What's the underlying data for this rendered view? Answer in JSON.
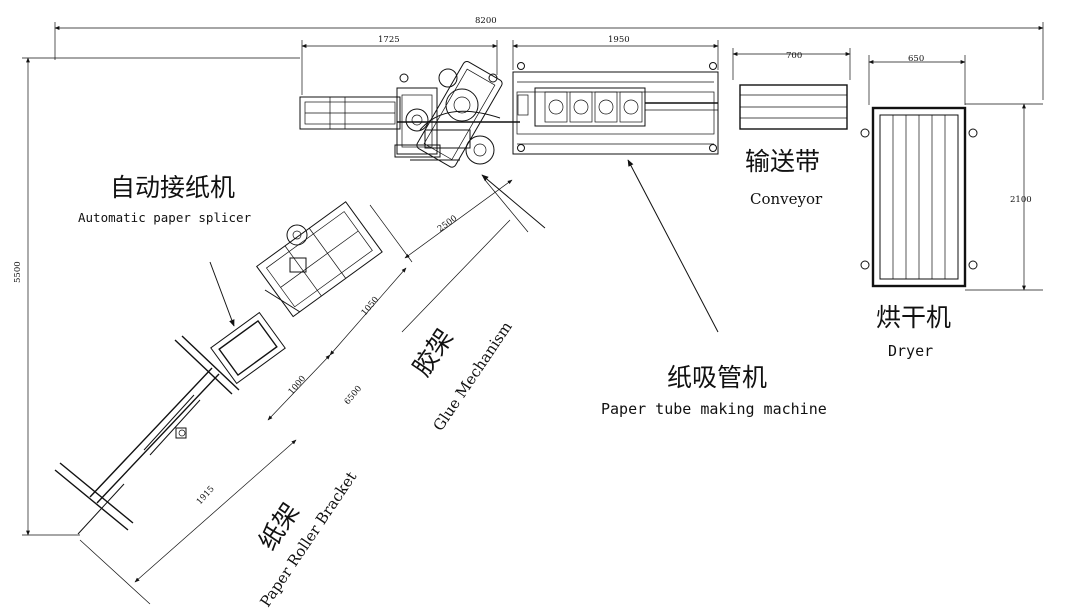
{
  "dimensions": {
    "total_width": "8200",
    "splicer_width": "1725",
    "machine_width": "1950",
    "conveyor_width": "700",
    "dryer_width": "650",
    "dryer_height": "2100",
    "total_height": "5500",
    "diag_2500": "2500",
    "diag_1050": "1050",
    "diag_1000": "1000",
    "diag_6500": "6500",
    "diag_1915": "1915"
  },
  "labels": {
    "splicer_zh": "自动接纸机",
    "splicer_en": "Automatic paper splicer",
    "conveyor_zh": "输送带",
    "conveyor_en": "Conveyor",
    "dryer_zh": "烘干机",
    "dryer_en": "Dryer",
    "glue_zh": "胶架",
    "glue_en": "Glue Mechanism",
    "machine_zh": "纸吸管机",
    "machine_en": "Paper tube making machine",
    "bracket_zh": "纸架",
    "bracket_en": "Paper Roller Bracket"
  }
}
